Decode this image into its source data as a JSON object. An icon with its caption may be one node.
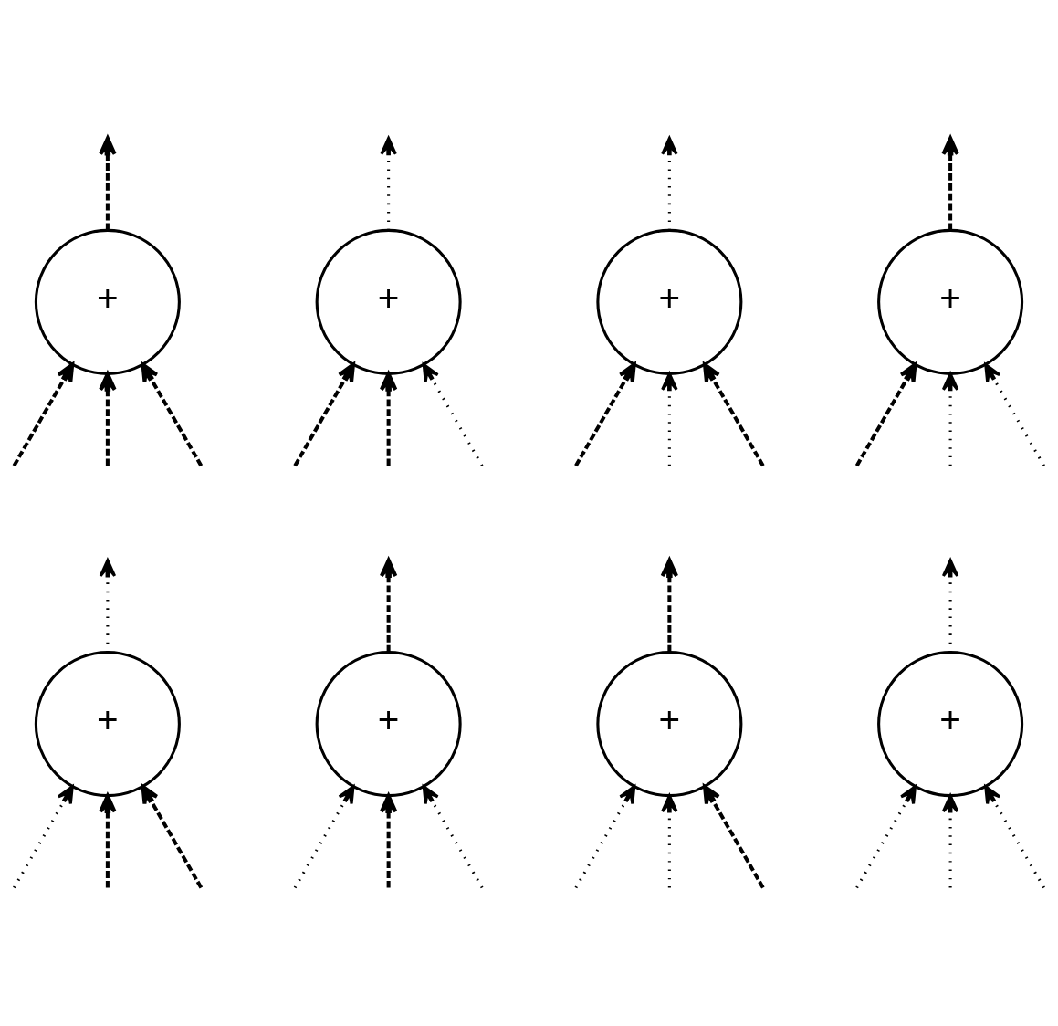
{
  "diagram": {
    "nodes": [
      {
        "text": [
          "+"
        ]
      },
      {
        "text": [
          "+"
        ]
      },
      {
        "text": [
          "+"
        ]
      },
      {
        "text": [
          "+"
        ]
      },
      {
        "text": [
          "+"
        ]
      },
      {
        "text": [
          "+"
        ]
      },
      {
        "text": [
          "+"
        ]
      },
      {
        "text": [
          "+"
        ]
      }
    ],
    "edges": [
      {
        "from": null,
        "to": 0,
        "arrow": "to",
        "style": "dashed"
      },
      {
        "from": null,
        "to": 0,
        "arrow": "to",
        "style": "dashed"
      },
      {
        "from": 0,
        "to": null,
        "arrow": "to",
        "style": "dashed"
      },
      {
        "from": null,
        "to": 0,
        "arrow": "to",
        "style": "dashed"
      },
      {
        "from": null,
        "to": 1,
        "arrow": "to",
        "style": "dashed"
      },
      {
        "from": null,
        "to": 1,
        "arrow": "to",
        "style": "dashed"
      },
      {
        "from": 1,
        "to": null,
        "arrow": "to"
      },
      {
        "from": null,
        "to": 1,
        "arrow": "to"
      },
      {
        "from": null,
        "to": 2,
        "arrow": "to",
        "style": "dashed"
      },
      {
        "from": null,
        "to": 2,
        "arrow": "to"
      },
      {
        "from": 2,
        "to": null,
        "arrow": "to"
      },
      {
        "from": null,
        "to": 2,
        "arrow": "to",
        "style": "dashed"
      },
      {
        "from": null,
        "to": 3,
        "arrow": "to",
        "style": "dashed"
      },
      {
        "from": null,
        "to": 3,
        "arrow": "to"
      },
      {
        "from": 3,
        "to": null,
        "arrow": "to",
        "style": "dashed"
      },
      {
        "from": null,
        "to": 3,
        "arrow": "to"
      },
      {
        "from": null,
        "to": 4,
        "arrow": "to"
      },
      {
        "from": null,
        "to": 4,
        "arrow": "to",
        "style": "dashed"
      },
      {
        "from": 4,
        "to": null,
        "arrow": "to"
      },
      {
        "from": null,
        "to": 4,
        "arrow": "to",
        "style": "dashed"
      },
      {
        "from": null,
        "to": 5,
        "arrow": "to"
      },
      {
        "from": null,
        "to": 5,
        "arrow": "to",
        "style": "dashed"
      },
      {
        "from": 5,
        "to": null,
        "arrow": "to",
        "style": "dashed"
      },
      {
        "from": null,
        "to": 5,
        "arrow": "to"
      },
      {
        "from": null,
        "to": 6,
        "arrow": "to"
      },
      {
        "from": null,
        "to": 6,
        "arrow": "to"
      },
      {
        "from": 6,
        "to": null,
        "arrow": "to",
        "style": "dashed"
      },
      {
        "from": null,
        "to": 6,
        "arrow": "to",
        "style": "dashed"
      },
      {
        "from": null,
        "to": 7,
        "arrow": "to"
      },
      {
        "from": null,
        "to": 7,
        "arrow": "to"
      },
      {
        "from": 7,
        "to": null,
        "arrow": "to"
      },
      {
        "from": null,
        "to": 7,
        "arrow": "to"
      }
    ]
  }
}
